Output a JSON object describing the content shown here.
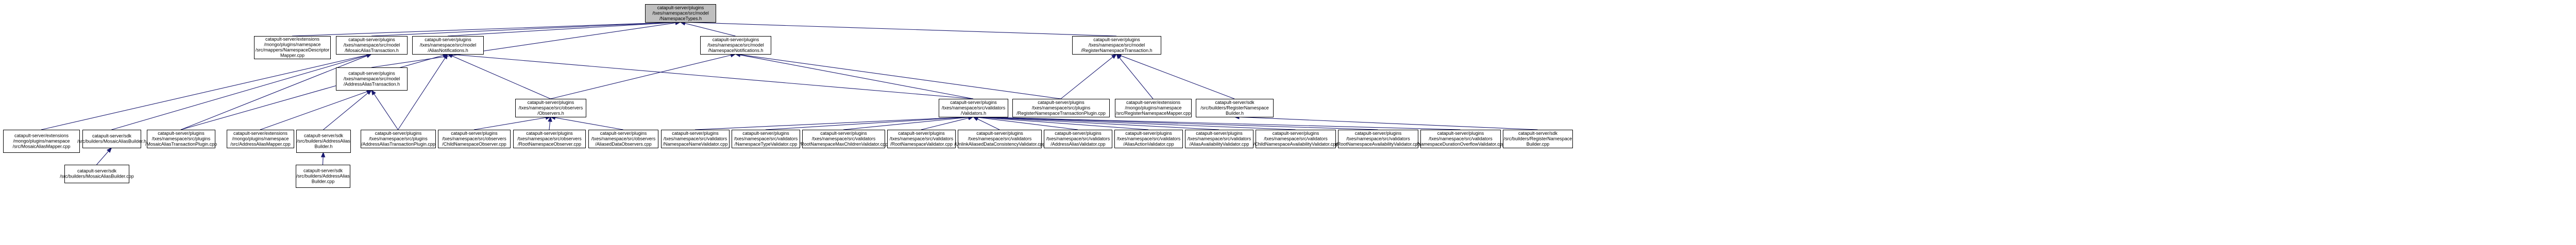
{
  "diagram": {
    "colors": {
      "edge": "#191970",
      "root_fill": "#bfbfbf",
      "node_fill": "#ffffff",
      "node_stroke": "#000000"
    },
    "nodes": [
      {
        "id": "root",
        "root": true,
        "lines": [
          "catapult-server/plugins",
          "/txes/namespace/src/model",
          "/NamespaceTypes.h"
        ]
      },
      {
        "id": "descriptor_mapper",
        "lines": [
          "catapult-server/extensions",
          "/mongo/plugins/namespace",
          "/src/mappers/NamespaceDescriptor",
          "Mapper.cpp"
        ]
      },
      {
        "id": "mosaic_alias_txn_h",
        "lines": [
          "catapult-server/plugins",
          "/txes/namespace/src/model",
          "/MosaicAliasTransaction.h"
        ]
      },
      {
        "id": "alias_notifications_h",
        "lines": [
          "catapult-server/plugins",
          "/txes/namespace/src/model",
          "/AliasNotifications.h"
        ]
      },
      {
        "id": "namespace_notifications_h",
        "lines": [
          "catapult-server/plugins",
          "/txes/namespace/src/model",
          "/NamespaceNotifications.h"
        ]
      },
      {
        "id": "register_namespace_txn_h",
        "lines": [
          "catapult-server/plugins",
          "/txes/namespace/src/model",
          "/RegisterNamespaceTransaction.h"
        ]
      },
      {
        "id": "address_alias_txn_h",
        "lines": [
          "catapult-server/plugins",
          "/txes/namespace/src/model",
          "/AddressAliasTransaction.h"
        ]
      },
      {
        "id": "observers_h",
        "lines": [
          "catapult-server/plugins",
          "/txes/namespace/src/observers",
          "/Observers.h"
        ]
      },
      {
        "id": "validators_h",
        "lines": [
          "catapult-server/plugins",
          "/txes/namespace/src/validators",
          "/Validators.h"
        ]
      },
      {
        "id": "reg_ns_txn_plugin",
        "lines": [
          "catapult-server/plugins",
          "/txes/namespace/src/plugins",
          "/RegisterNamespaceTransactionPlugin.cpp"
        ]
      },
      {
        "id": "reg_ns_mapper",
        "lines": [
          "catapult-server/extensions",
          "/mongo/plugins/namespace",
          "/src/RegisterNamespaceMapper.cpp"
        ]
      },
      {
        "id": "reg_ns_builder_h",
        "lines": [
          "catapult-server/sdk",
          "/src/builders/RegisterNamespace",
          "Builder.h"
        ]
      },
      {
        "id": "mosaic_alias_mapper",
        "lines": [
          "catapult-server/extensions",
          "/mongo/plugins/namespace",
          "/src/MosaicAliasMapper.cpp"
        ]
      },
      {
        "id": "mosaic_alias_builder_h",
        "lines": [
          "catapult-server/sdk",
          "/src/builders/MosaicAliasBuilder.h"
        ]
      },
      {
        "id": "mosaic_alias_txn_plugin",
        "lines": [
          "catapult-server/plugins",
          "/txes/namespace/src/plugins",
          "/MosaicAliasTransactionPlugin.cpp"
        ]
      },
      {
        "id": "address_alias_mapper",
        "lines": [
          "catapult-server/extensions",
          "/mongo/plugins/namespace",
          "/src/AddressAliasMapper.cpp"
        ]
      },
      {
        "id": "address_alias_builder_h",
        "lines": [
          "catapult-server/sdk",
          "/src/builders/AddressAlias",
          "Builder.h"
        ]
      },
      {
        "id": "address_alias_txn_plugin",
        "lines": [
          "catapult-server/plugins",
          "/txes/namespace/src/plugins",
          "/AddressAliasTransactionPlugin.cpp"
        ]
      },
      {
        "id": "child_ns_observer",
        "lines": [
          "catapult-server/plugins",
          "/txes/namespace/src/observers",
          "/ChildNamespaceObserver.cpp"
        ]
      },
      {
        "id": "root_ns_observer",
        "lines": [
          "catapult-server/plugins",
          "/txes/namespace/src/observers",
          "/RootNamespaceObserver.cpp"
        ]
      },
      {
        "id": "aliased_data_observers",
        "lines": [
          "catapult-server/plugins",
          "/txes/namespace/src/observers",
          "/AliasedDataObservers.cpp"
        ]
      },
      {
        "id": "ns_name_validator",
        "lines": [
          "catapult-server/plugins",
          "/txes/namespace/src/validators",
          "/NamespaceNameValidator.cpp"
        ]
      },
      {
        "id": "ns_type_validator",
        "lines": [
          "catapult-server/plugins",
          "/txes/namespace/src/validators",
          "/NamespaceTypeValidator.cpp"
        ]
      },
      {
        "id": "root_ns_max_children_validator",
        "lines": [
          "catapult-server/plugins",
          "/txes/namespace/src/validators",
          "/RootNamespaceMaxChildrenValidator.cpp"
        ]
      },
      {
        "id": "root_ns_validator",
        "lines": [
          "catapult-server/plugins",
          "/txes/namespace/src/validators",
          "/RootNamespaceValidator.cpp"
        ]
      },
      {
        "id": "unlink_aliased_data_validator",
        "lines": [
          "catapult-server/plugins",
          "/txes/namespace/src/validators",
          "/UnlinkAliasedDataConsistencyValidator.cpp"
        ]
      },
      {
        "id": "address_alias_validator",
        "lines": [
          "catapult-server/plugins",
          "/txes/namespace/src/validators",
          "/AddressAliasValidator.cpp"
        ]
      },
      {
        "id": "alias_action_validator",
        "lines": [
          "catapult-server/plugins",
          "/txes/namespace/src/validators",
          "/AliasActionValidator.cpp"
        ]
      },
      {
        "id": "alias_availability_validator",
        "lines": [
          "catapult-server/plugins",
          "/txes/namespace/src/validators",
          "/AliasAvailabilityValidator.cpp"
        ]
      },
      {
        "id": "child_ns_availability_validator",
        "lines": [
          "catapult-server/plugins",
          "/txes/namespace/src/validators",
          "/ChildNamespaceAvailabilityValidator.cpp"
        ]
      },
      {
        "id": "root_ns_availability_validator",
        "lines": [
          "catapult-server/plugins",
          "/txes/namespace/src/validators",
          "/RootNamespaceAvailabilityValidator.cpp"
        ]
      },
      {
        "id": "ns_duration_overflow_validator",
        "lines": [
          "catapult-server/plugins",
          "/txes/namespace/src/validators",
          "/NamespaceDurationOverflowValidator.cpp"
        ]
      },
      {
        "id": "reg_ns_builder_cpp",
        "lines": [
          "catapult-server/sdk",
          "/src/builders/RegisterNamespace",
          "Builder.cpp"
        ]
      },
      {
        "id": "mosaic_alias_builder_cpp",
        "lines": [
          "catapult-server/sdk",
          "/src/builders/MosaicAliasBuilder.cpp"
        ]
      },
      {
        "id": "address_alias_builder_cpp",
        "lines": [
          "catapult-server/sdk",
          "/src/builders/AddressAlias",
          "Builder.cpp"
        ]
      }
    ],
    "edges": [
      [
        "descriptor_mapper",
        "root"
      ],
      [
        "mosaic_alias_txn_h",
        "root"
      ],
      [
        "alias_notifications_h",
        "root"
      ],
      [
        "namespace_notifications_h",
        "root"
      ],
      [
        "register_namespace_txn_h",
        "root"
      ],
      [
        "address_alias_txn_h",
        "root"
      ],
      [
        "mosaic_alias_mapper",
        "mosaic_alias_txn_h"
      ],
      [
        "mosaic_alias_builder_h",
        "mosaic_alias_txn_h"
      ],
      [
        "mosaic_alias_txn_plugin",
        "mosaic_alias_txn_h"
      ],
      [
        "mosaic_alias_builder_cpp",
        "mosaic_alias_builder_h"
      ],
      [
        "mosaic_alias_txn_plugin",
        "alias_notifications_h"
      ],
      [
        "address_alias_txn_plugin",
        "alias_notifications_h"
      ],
      [
        "observers_h",
        "alias_notifications_h"
      ],
      [
        "validators_h",
        "alias_notifications_h"
      ],
      [
        "observers_h",
        "namespace_notifications_h"
      ],
      [
        "validators_h",
        "namespace_notifications_h"
      ],
      [
        "reg_ns_txn_plugin",
        "namespace_notifications_h"
      ],
      [
        "reg_ns_txn_plugin",
        "register_namespace_txn_h"
      ],
      [
        "reg_ns_mapper",
        "register_namespace_txn_h"
      ],
      [
        "reg_ns_builder_h",
        "register_namespace_txn_h"
      ],
      [
        "reg_ns_builder_cpp",
        "reg_ns_builder_h"
      ],
      [
        "address_alias_mapper",
        "address_alias_txn_h"
      ],
      [
        "address_alias_builder_h",
        "address_alias_txn_h"
      ],
      [
        "address_alias_txn_plugin",
        "address_alias_txn_h"
      ],
      [
        "address_alias_builder_cpp",
        "address_alias_builder_h"
      ],
      [
        "child_ns_observer",
        "observers_h"
      ],
      [
        "root_ns_observer",
        "observers_h"
      ],
      [
        "aliased_data_observers",
        "observers_h"
      ],
      [
        "ns_name_validator",
        "validators_h"
      ],
      [
        "ns_type_validator",
        "validators_h"
      ],
      [
        "root_ns_max_children_validator",
        "validators_h"
      ],
      [
        "root_ns_validator",
        "validators_h"
      ],
      [
        "unlink_aliased_data_validator",
        "validators_h"
      ],
      [
        "address_alias_validator",
        "validators_h"
      ],
      [
        "alias_action_validator",
        "validators_h"
      ],
      [
        "alias_availability_validator",
        "validators_h"
      ],
      [
        "child_ns_availability_validator",
        "validators_h"
      ],
      [
        "root_ns_availability_validator",
        "validators_h"
      ],
      [
        "ns_duration_overflow_validator",
        "validators_h"
      ]
    ]
  }
}
